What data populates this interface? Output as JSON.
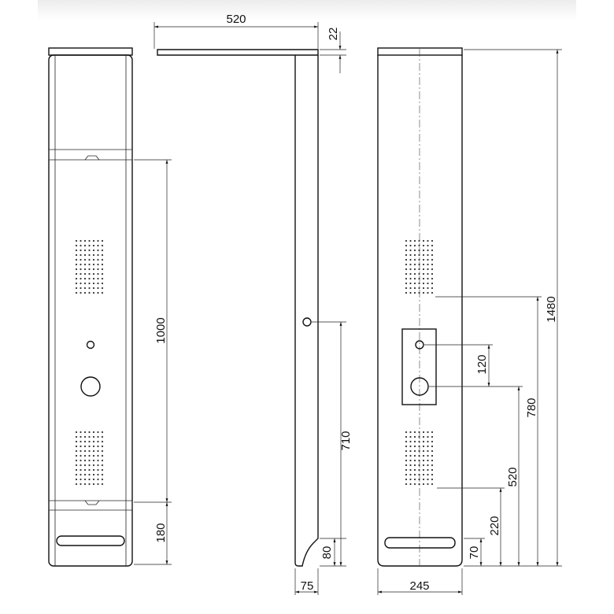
{
  "dimensions": {
    "top_width": "520",
    "top_thickness": "22",
    "front_upper_span": "1000",
    "front_lower_span": "180",
    "side_height_710": "710",
    "side_base_80": "80",
    "side_depth": "75",
    "back_total_height": "1480",
    "back_780": "780",
    "back_120": "120",
    "back_520": "520",
    "back_220": "220",
    "back_70": "70",
    "back_width": "245"
  }
}
